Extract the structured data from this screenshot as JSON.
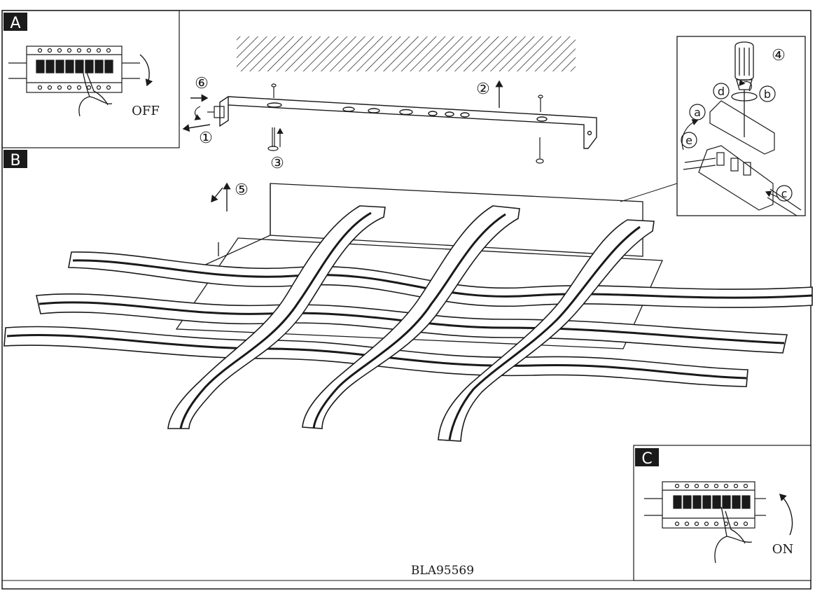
{
  "sheet": {
    "model_code": "BLA95569"
  },
  "panel_a": {
    "tag": "A",
    "switch_label": "OFF"
  },
  "panel_b": {
    "tag": "B",
    "steps": {
      "s1": "①",
      "s2": "②",
      "s3": "③",
      "s4": "④",
      "s5": "⑤",
      "s6": "⑥"
    }
  },
  "panel_c": {
    "tag": "C",
    "switch_label": "ON"
  },
  "wiring_detail": {
    "labels": {
      "a": "a",
      "b": "b",
      "c": "c",
      "d": "d",
      "e": "e"
    }
  },
  "colors": {
    "ink": "#1a1a1a",
    "tag_bg": "#1a1a1a",
    "tag_fg": "#ffffff",
    "paper": "#ffffff"
  },
  "icons": [
    "circuit-breaker-icon",
    "hand-icon",
    "screwdriver-icon",
    "screw-icon",
    "rotate-arrow-icon"
  ]
}
